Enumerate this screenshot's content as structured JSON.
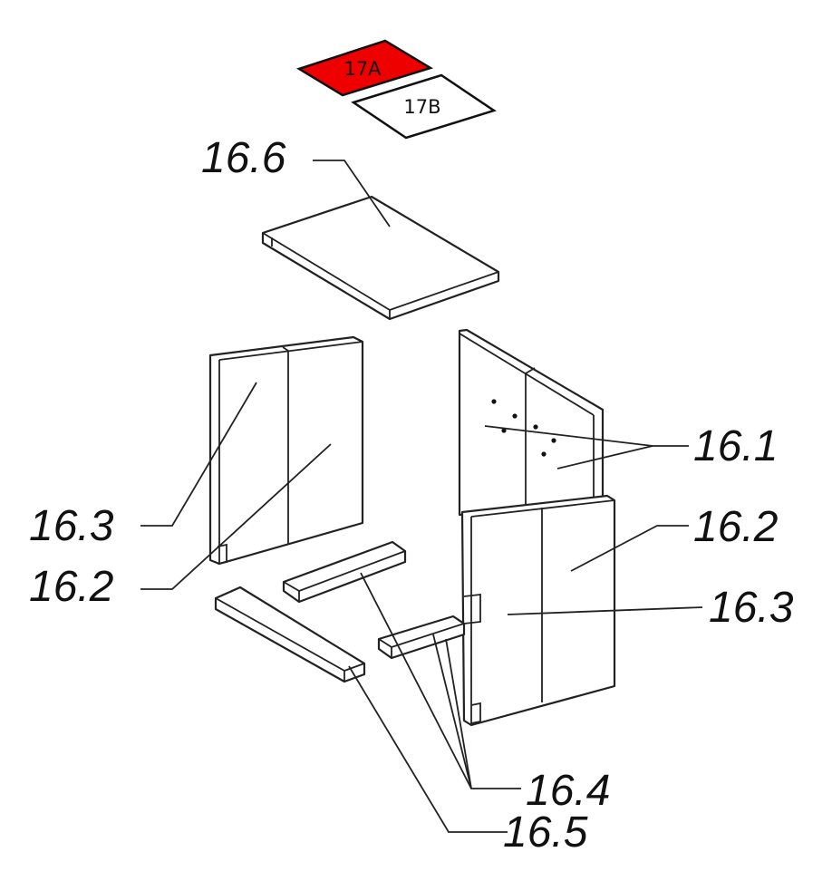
{
  "tags": [
    {
      "label": "17A",
      "color": "#ee0000"
    },
    {
      "label": "17B",
      "color": "#ffffff"
    }
  ],
  "labels": {
    "top_plate": "16.6",
    "back_right": "16.1",
    "right_panel_rear": "16.2",
    "right_panel_front": "16.3",
    "left_panel_front": "16.3",
    "left_panel_rear": "16.2",
    "bricks": "16.4",
    "long_brick": "16.5"
  }
}
